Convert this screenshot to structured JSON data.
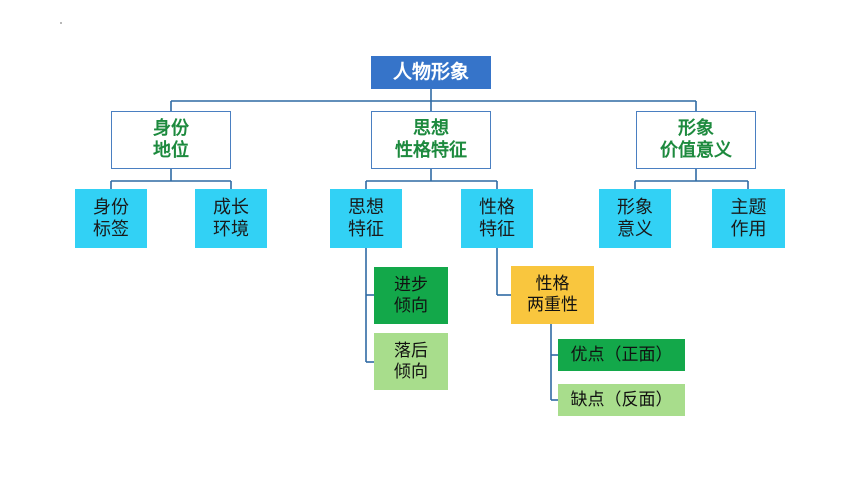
{
  "root": "人物形象",
  "branch1": {
    "line1": "身份",
    "line2": "地位"
  },
  "branch2": {
    "line1": "思想",
    "line2": "性格特征"
  },
  "branch3": {
    "line1": "形象",
    "line2": "价值意义"
  },
  "leaf_identity_tag": {
    "line1": "身份",
    "line2": "标签"
  },
  "leaf_growth_env": {
    "line1": "成长",
    "line2": "环境"
  },
  "leaf_thought": {
    "line1": "思想",
    "line2": "特征"
  },
  "leaf_personality": {
    "line1": "性格",
    "line2": "特征"
  },
  "leaf_image_meaning": {
    "line1": "形象",
    "line2": "意义"
  },
  "leaf_theme_role": {
    "line1": "主题",
    "line2": "作用"
  },
  "progressive": {
    "line1": "进步",
    "line2": "倾向"
  },
  "backward": {
    "line1": "落后",
    "line2": "倾向"
  },
  "duality": {
    "line1": "性格",
    "line2": "两重性"
  },
  "merits": "优点（正面）",
  "flaws": "缺点（反面）",
  "colors": {
    "root_fill": "#3674c9",
    "connector": "#2f6aa3",
    "level1_text": "#1d8a3e",
    "level2_fill": "#32d1f5",
    "dark_green": "#13a84a",
    "light_green": "#a8dd8c",
    "yellow": "#f9c63e"
  }
}
